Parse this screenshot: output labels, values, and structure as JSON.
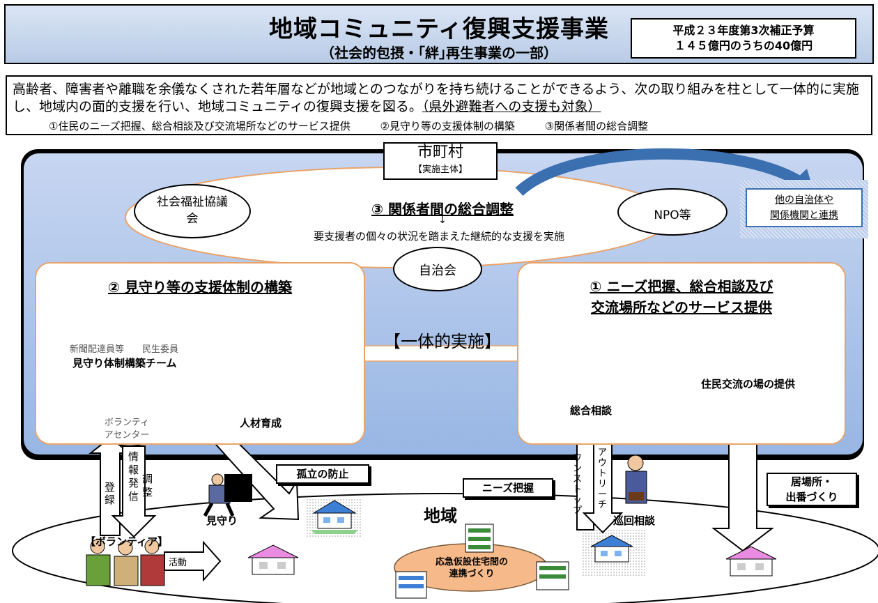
{
  "header": {
    "title": "地域コミュニティ復興支援事業",
    "subtitle": "（社会的包摂・｢絆｣再生事業の一部）",
    "budget_line1": "平成２３年度第3次補正予算",
    "budget_line2": "１４５億円のうちの40億円"
  },
  "intro": {
    "text_main": "高齢者、障害者や離職を余儀なくされた若年層などが地域とのつながりを持ち続けることができるよう、次の取り組みを柱として一体的に実施し、地域内の面的支援を行い、地域コミュニティの復興支援を図る。",
    "text_underlined": "（県外避難者への支援も対象）",
    "pillar1": "①住民のニーズ把握、総合相談及び交流場所などのサービス提供",
    "pillar2": "②見守り等の支援体制の構築",
    "pillar3": "③関係者間の総合調整"
  },
  "center": {
    "municipality": "市町村",
    "implementing": "【実施主体】",
    "coordination_title": "③ 関係者間の総合調整",
    "arrow": "↓",
    "coordination_desc": "要支援者の個々の状況を踏まえた継続的な支援を実施",
    "social_welfare": "社会福祉協議会",
    "npo": "NPO等",
    "neighborhood": "自治会",
    "partner_line1": "他の自治体や",
    "partner_line2": "関係機関と連携"
  },
  "left_box": {
    "title": "② 見守り等の支援体制の構築",
    "newspaper": "新聞配達員等",
    "welfare_commissioner": "民生委員",
    "team": "見守り体制構築チーム",
    "volunteer_center": "ボランティアセンター",
    "training": "人材育成"
  },
  "integrated": "【一体的実施】",
  "right_box": {
    "title_line1": "① ニーズ把握、総合相談及び",
    "title_line2": "交流場所などのサービス提供",
    "consultation": "総合相談",
    "exchange": "住民交流の場の提供"
  },
  "bottom": {
    "register": "登録",
    "info": "情報発信",
    "adjust": "調整",
    "isolation": "孤立の防止",
    "watch": "見守り",
    "volunteer": "【ボランティア】",
    "activity": "活動",
    "region": "地域",
    "needs": "ニーズ把握",
    "onestop": "ワンストップ",
    "outreach": "アウトリーチ",
    "patrol": "巡回相談",
    "place": "居場所・",
    "role": "出番づくり",
    "temp_housing": "応急仮設住宅間の",
    "linkage": "連携づくり"
  },
  "colors": {
    "accent_blue": "#3a6fb0",
    "panel_blue": "#a9c2ea",
    "box_border": "#e9a36a",
    "house_pink": "#e98be0",
    "house_blue": "#3e7fd6",
    "temp_housing_fill": "#f6b98a"
  }
}
